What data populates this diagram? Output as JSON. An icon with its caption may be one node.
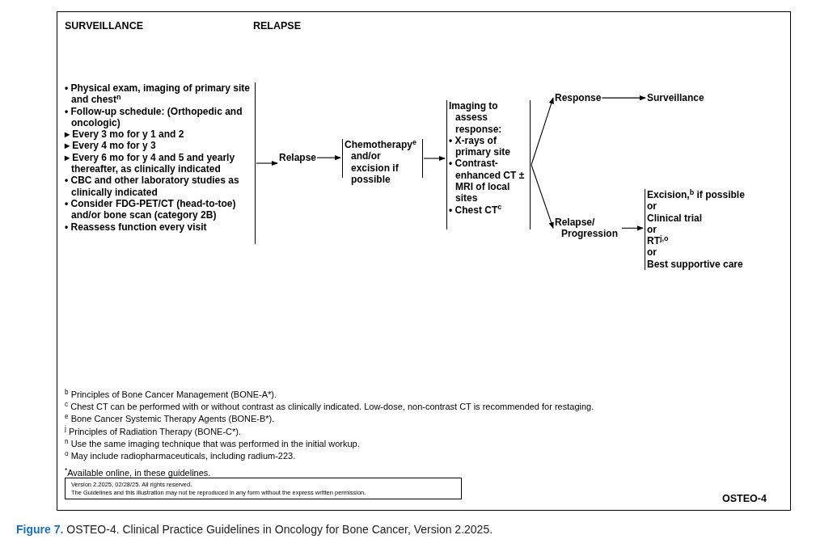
{
  "diagram": {
    "caption": "**Figure 7.** OSTEO-4. Clinical Practice Guidelines in Oncology for Bone Cancer, Version 2.2025.",
    "nodes": [
      {
        "text": [
          "• Physical exam, imaging of primary site and chest$^{n}$",
          "• Follow-up schedule: (Orthopedic and oncologic)",
          "▸ Every 3 mo for y 1 and 2",
          "▸ Every 4 mo for y 3",
          "▸ Every 6 mo for y 4 and 5 and yearly thereafter, as clinically indicated",
          "• CBC and other laboratory studies as clinically indicated",
          "• Consider FDG-PET/CT (head-to-toe) and/or bone scan (category 2B)",
          "• Reassess function every visit"
        ]
      },
      {
        "text": [
          "Relapse"
        ]
      },
      {
        "text": [
          "Chemotherapy$^{e}$ and/or excision if possible"
        ]
      },
      {
        "text": [
          "Imaging to assess response:",
          "• X-rays of primary site",
          "• Contrast-enhanced CT ± MRI of local sites",
          "• Chest CT$^{c}$"
        ]
      },
      {
        "text": [
          "Response"
        ]
      },
      {
        "text": [
          "Surveillance"
        ]
      },
      {
        "text": [
          "Relapse/ Progression"
        ]
      },
      {
        "text": [
          "Excision,$^{b}$ if possible",
          "or",
          "Clinical trial",
          "or",
          "RT$^{j,o}$",
          "or",
          "Best supportive care"
        ]
      }
    ],
    "edges": [
      {
        "from": 0,
        "to": 1,
        "arrow": "to"
      },
      {
        "from": 1,
        "to": 2,
        "arrow": "to"
      },
      {
        "from": 2,
        "to": 3,
        "arrow": "to"
      },
      {
        "from": 3,
        "to": 4,
        "arrow": "to"
      },
      {
        "from": 3,
        "to": 6,
        "arrow": "to"
      },
      {
        "from": 4,
        "to": 5,
        "arrow": "to"
      },
      {
        "from": 6,
        "to": 7,
        "arrow": "to"
      }
    ],
    "labels": [
      "SURVEILLANCE",
      "RELAPSE",
      "$^{b}$ Principles of Bone Cancer Management (BONE-A*).",
      "$^{c}$ Chest CT can be performed with or without contrast as clinically indicated. Low-dose, non-contrast CT is recommended for restaging.",
      "$^{e}$ Bone Cancer Systemic Therapy Agents (BONE-B*).",
      "$^{j}$ Principles of Radiation Therapy (BONE-C*).",
      "$^{n}$ Use the same imaging technique that was performed in the initial workup.",
      "$^{o}$ May include radiopharmaceuticals, including radium-223.",
      "$^{*}$Available online, in these guidelines.",
      "Version 2.2025, 02/28/25. All rights reserved.",
      "The Guidelines and this illustration may not be reproduced in any form without the express written permission.",
      "OSTEO-4"
    ]
  }
}
